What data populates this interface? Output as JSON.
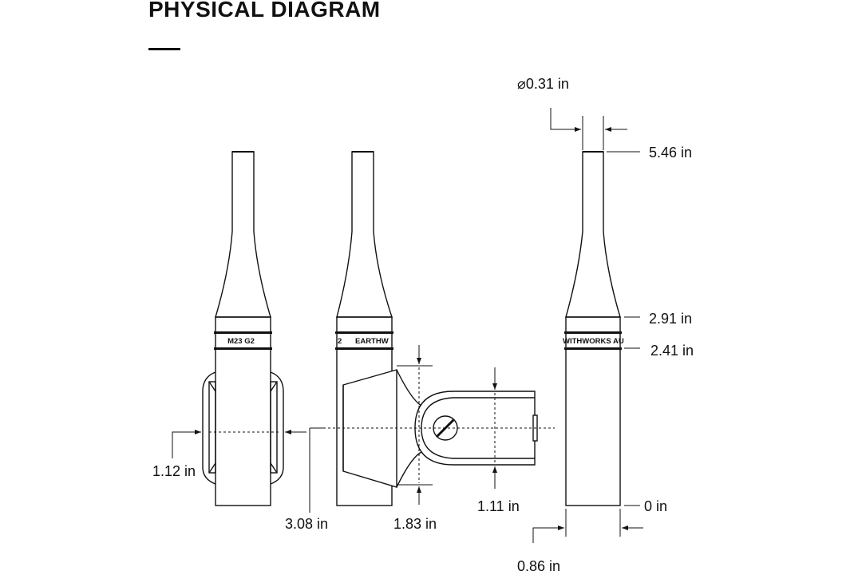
{
  "title": "PHYSICAL DIAGRAM",
  "labels": {
    "front_model": "M23 G2",
    "side_brand": "EARTHW",
    "side_brand_tail": "2",
    "right_brand": "WITHWORKS AU"
  },
  "dimensions": {
    "diameter": "0.31 in",
    "diameter_symbol": "⌀",
    "length_total": "5.46 in",
    "length_taper": "2.91 in",
    "length_band": "2.41 in",
    "length_zero": "0 in",
    "body_dia_right": "0.86 in",
    "clip_width": "1.12 in",
    "clip_depth": "3.08 in",
    "clip_height": "1.83 in",
    "mount_height": "1.11 in"
  },
  "colors": {
    "line": "#111111",
    "background": "#ffffff"
  }
}
